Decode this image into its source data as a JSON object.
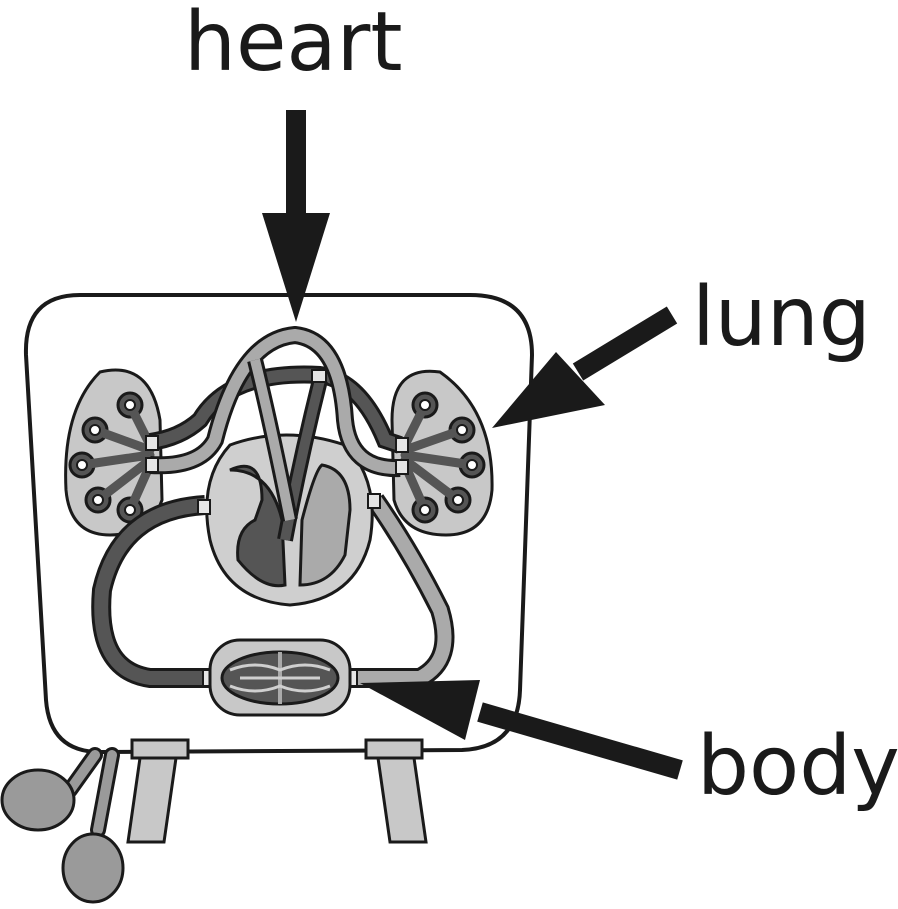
{
  "labels": {
    "heart": "heart",
    "lung": "lung",
    "body": "body"
  },
  "colors": {
    "outline": "#1a1a1a",
    "dark_vessel": "#555555",
    "light_vessel": "#aaaaaa",
    "organ_fill": "#c8c8c8",
    "heart_fill": "#cfcfcf",
    "background": "#ffffff"
  }
}
